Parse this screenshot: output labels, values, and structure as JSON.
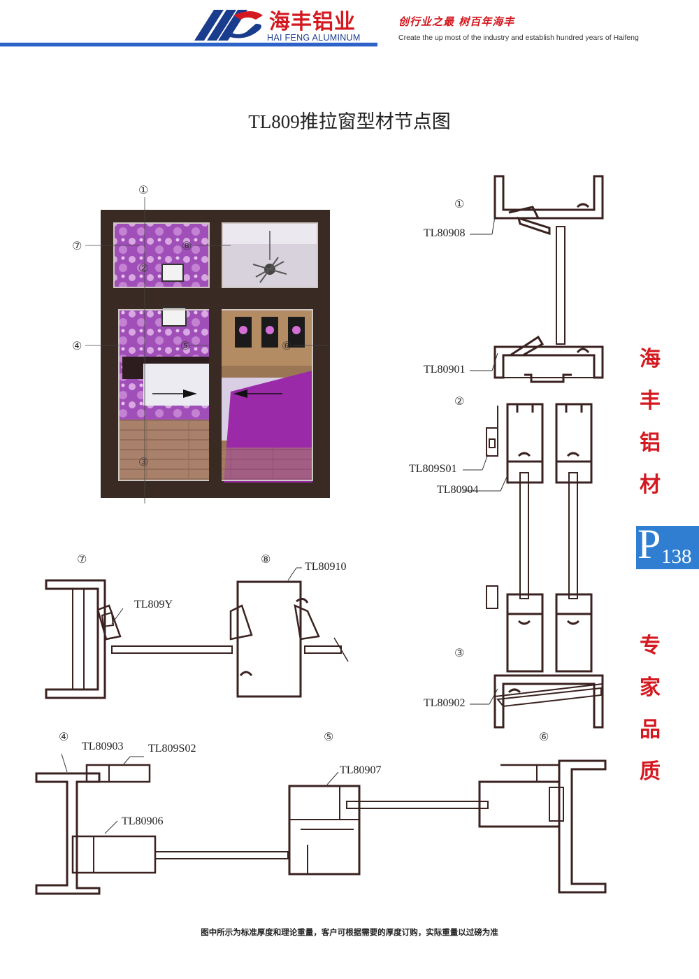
{
  "header": {
    "brand_zh": "海丰铝业",
    "brand_en": "HAI FENG ALUMINUM",
    "slogan_zh": "创行业之最 树百年海丰",
    "slogan_en": "Create the up most of the industry and establish hundred years of Haifeng"
  },
  "title": "TL809推拉窗型材节点图",
  "side_text": [
    "海",
    "丰",
    "铝",
    "材",
    "专",
    "家",
    "品",
    "质"
  ],
  "page_tab": {
    "letter": "P",
    "number": "138"
  },
  "window_markers": [
    "①",
    "②",
    "③",
    "④",
    "⑤",
    "⑥",
    "⑦",
    "⑧"
  ],
  "section_numbers": [
    "①",
    "②",
    "③",
    "④",
    "⑤",
    "⑥",
    "⑦",
    "⑧"
  ],
  "part_labels": {
    "tl80908": "TL80908",
    "tl80901": "TL80901",
    "tl809s01": "TL809S01",
    "tl80904": "TL80904",
    "tl80902": "TL80902",
    "tl809y": "TL809Y",
    "tl80910": "TL80910",
    "tl80903": "TL80903",
    "tl809s02": "TL809S02",
    "tl80906": "TL80906",
    "tl80907": "TL80907"
  },
  "footer_note": "图中所示为标准厚度和理论重量，客户可根据需要的厚度订购，实际重量以过磅为准",
  "colors": {
    "brand_red": "#d4181f",
    "brand_blue": "#1a3c8c",
    "tab_blue": "#2f7ed1",
    "frame_brown": "#3a2a24",
    "profile_line": "#3a2220"
  }
}
